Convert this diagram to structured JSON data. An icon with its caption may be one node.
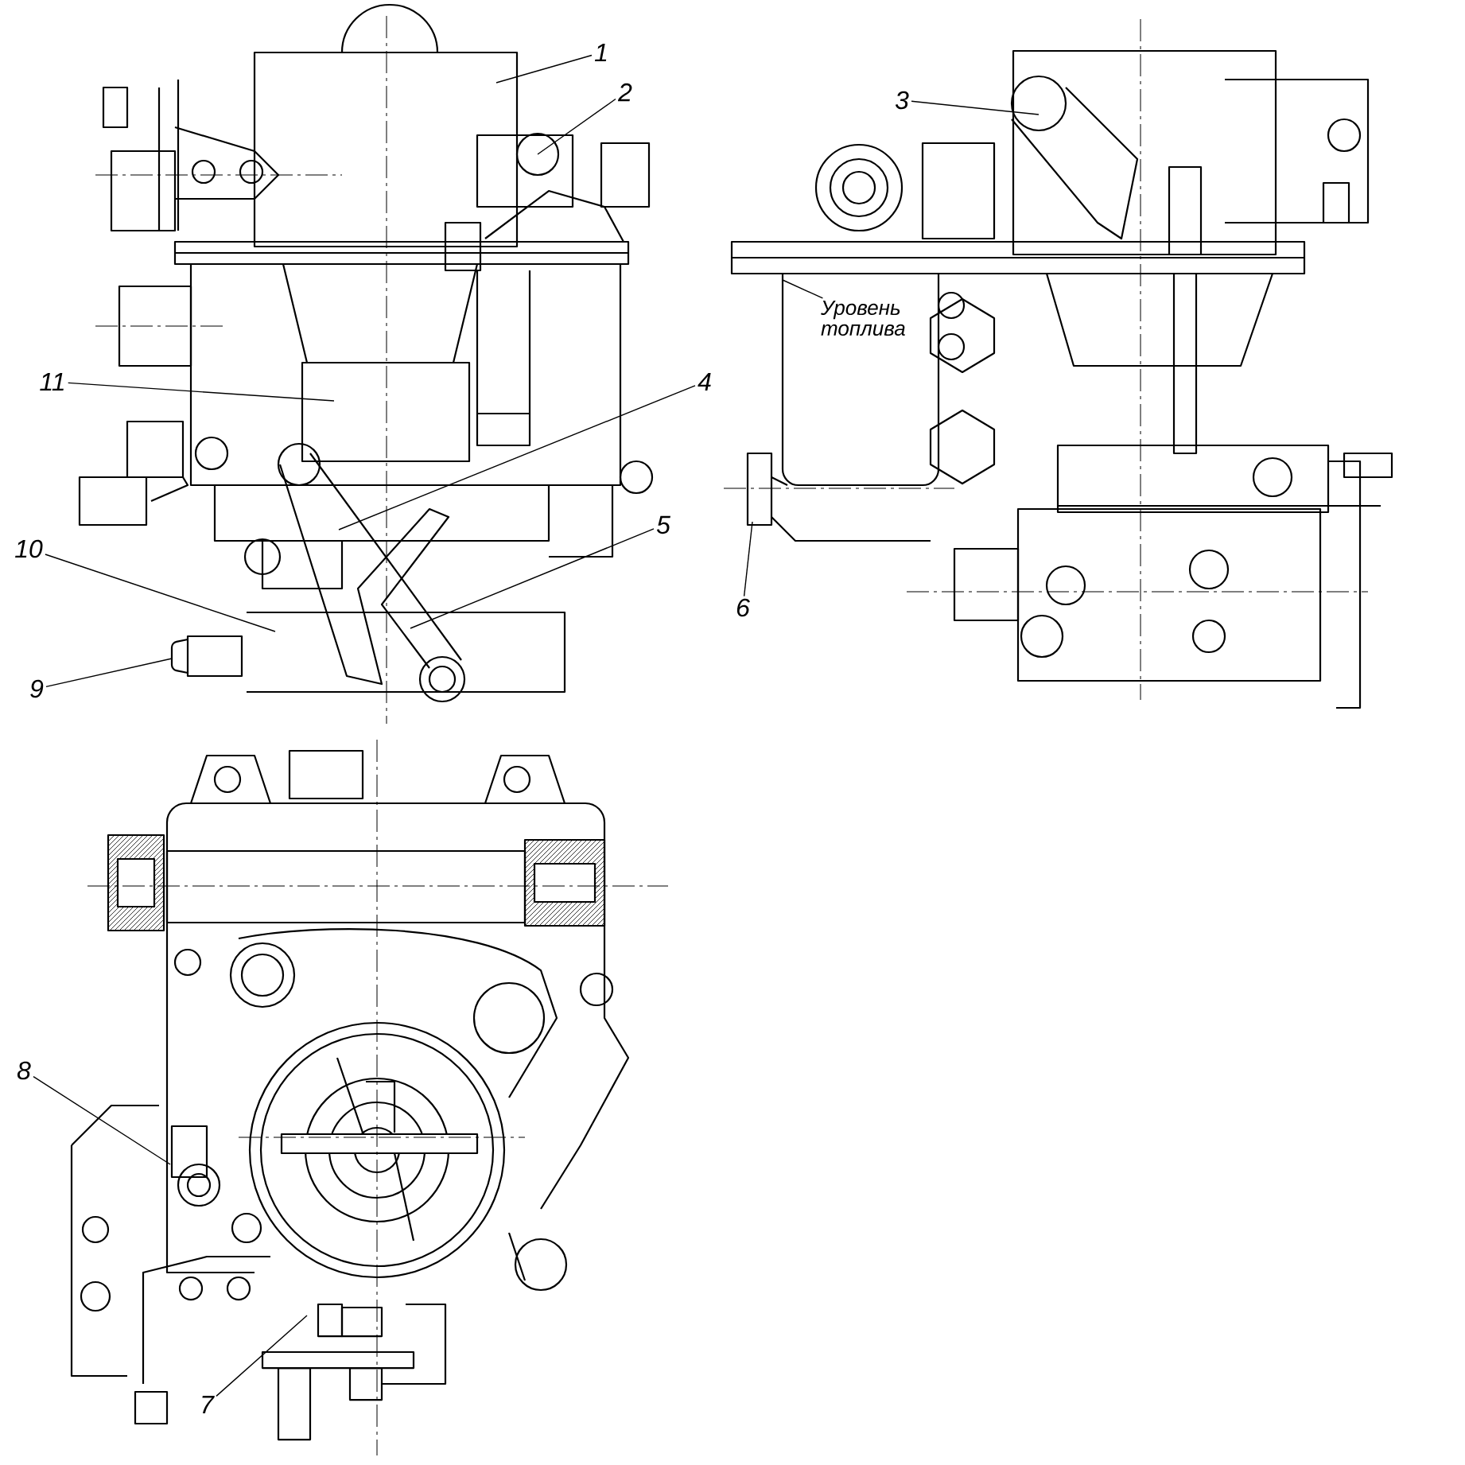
{
  "diagram": {
    "nodes": [
      {
        "text": [
          "1"
        ]
      },
      {
        "text": [
          "2"
        ]
      },
      {
        "text": [
          "3"
        ]
      },
      {
        "text": [
          "4"
        ]
      },
      {
        "text": [
          "5"
        ]
      },
      {
        "text": [
          "6"
        ]
      },
      {
        "text": [
          "7"
        ]
      },
      {
        "text": [
          "8"
        ]
      },
      {
        "text": [
          "9"
        ]
      },
      {
        "text": [
          "10"
        ]
      },
      {
        "text": [
          "11"
        ]
      },
      {
        "text": [
          "Уровень топлива"
        ]
      }
    ],
    "edges": [
      {
        "from": 0,
        "to": null,
        "arrow": "none"
      },
      {
        "from": 1,
        "to": null,
        "arrow": "none"
      },
      {
        "from": 2,
        "to": null,
        "arrow": "none"
      },
      {
        "from": 3,
        "to": null,
        "arrow": "none"
      },
      {
        "from": 4,
        "to": null,
        "arrow": "none"
      },
      {
        "from": 5,
        "to": null,
        "arrow": "none"
      },
      {
        "from": 6,
        "to": null,
        "arrow": "none"
      },
      {
        "from": 7,
        "to": null,
        "arrow": "none"
      },
      {
        "from": 8,
        "to": null,
        "arrow": "none"
      },
      {
        "from": 9,
        "to": null,
        "arrow": "none"
      },
      {
        "from": 10,
        "to": null,
        "arrow": "none"
      },
      {
        "from": 11,
        "to": null,
        "arrow": "none"
      }
    ]
  }
}
